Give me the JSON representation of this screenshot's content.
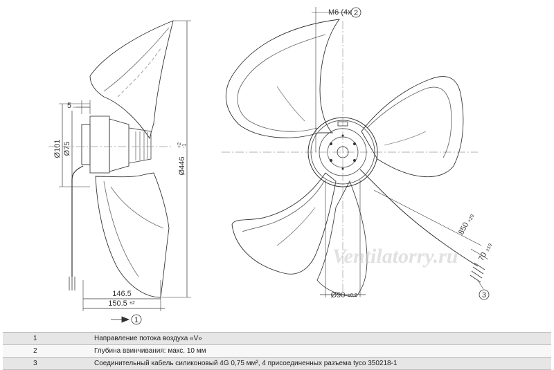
{
  "dimensions": {
    "side_d101": "Ø101",
    "side_d75": "Ø75",
    "side_5": "5",
    "diam_446": "Ø446",
    "diam_446_tol": "+2",
    "diam_446_tol2": "-1",
    "depth_146": "146.5",
    "depth_150": "150.5",
    "depth_150_tol": "±2",
    "thread": "M6 (4x)",
    "hub_d90": "Ø90",
    "hub_d90_tol": "±0.2",
    "cable_850": "850",
    "cable_850_tol": "+20",
    "cable_70": "70",
    "cable_70_tol": "±10"
  },
  "callouts": {
    "c1": "1",
    "c2": "2",
    "c3": "3"
  },
  "watermark": "Ventilatorry.ru",
  "legend": [
    {
      "num": "1",
      "text": "Направление потока воздуха «V»"
    },
    {
      "num": "2",
      "text": "Глубина ввинчивания: макс. 10 мм"
    },
    {
      "num": "3",
      "text": "Соединительный кабель силиконовый 4G 0,75 мм², 4 присоединенных разъема tyco 350218-1"
    }
  ]
}
